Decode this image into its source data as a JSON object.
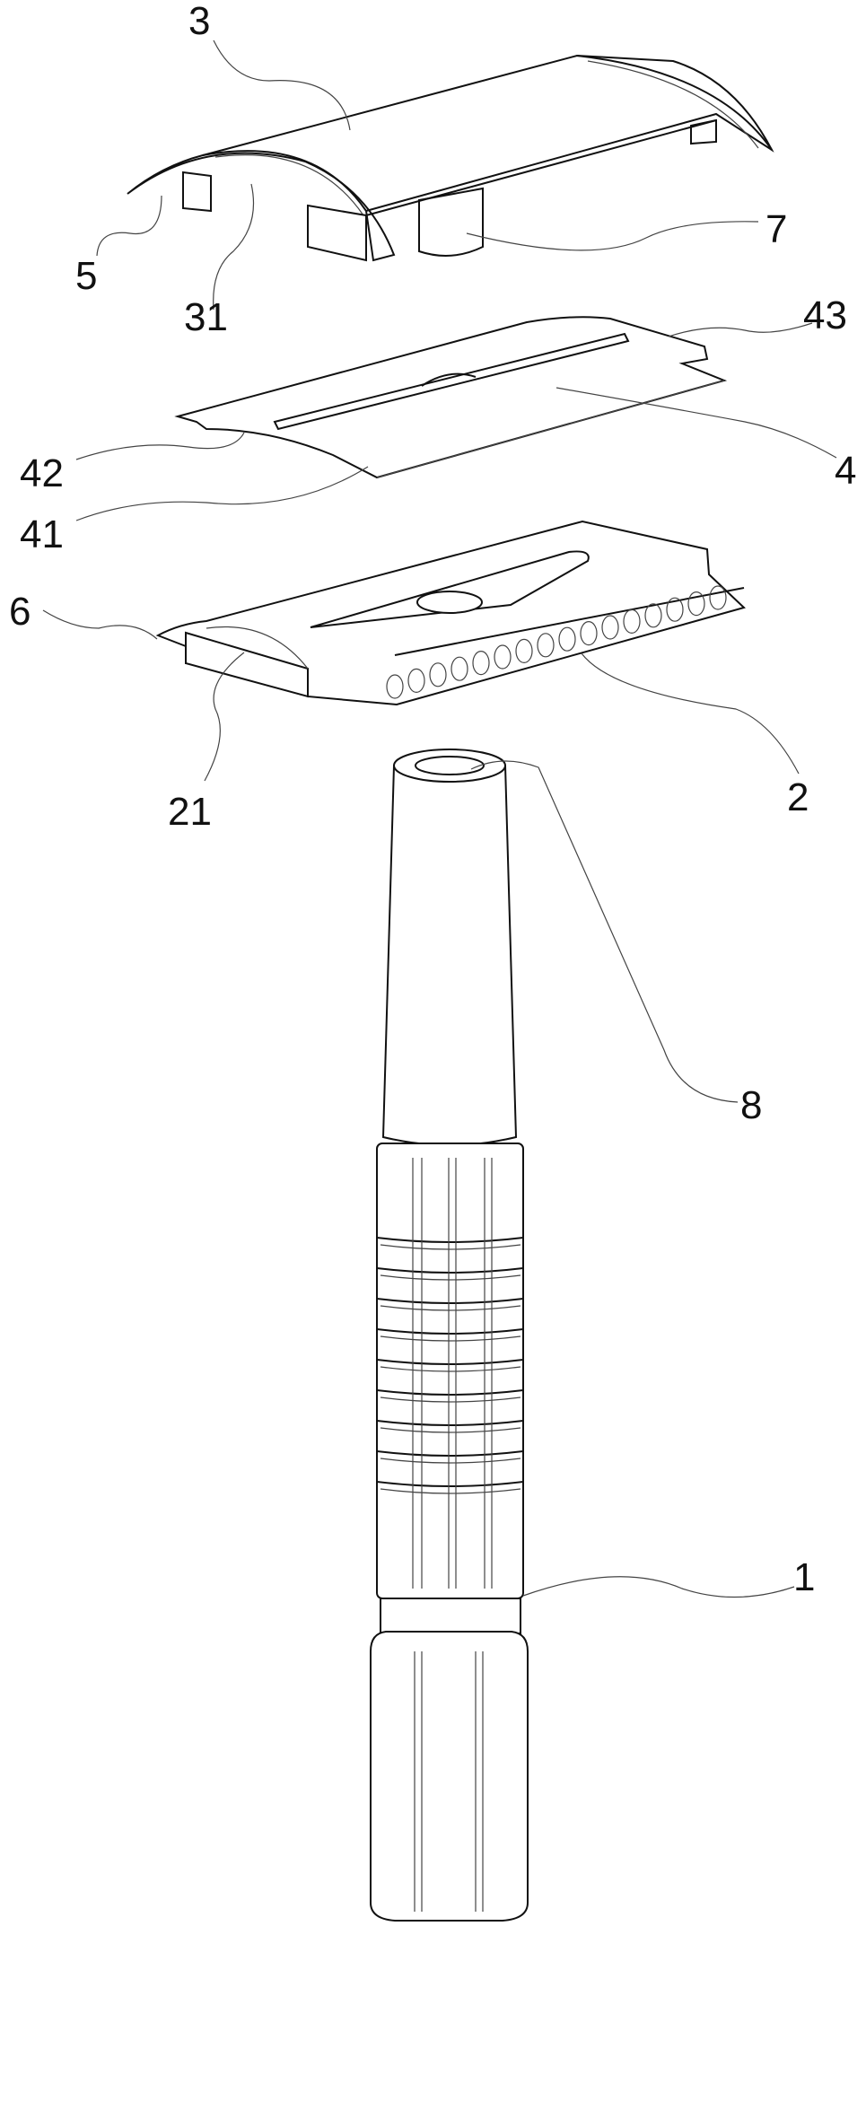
{
  "figure": {
    "labels": {
      "cover": "3",
      "clip": "5",
      "cover_arc": "31",
      "stud": "7",
      "blade_tab": "43",
      "blade_notch": "42",
      "blade": "4",
      "blade_edge": "41",
      "base_tab": "6",
      "base_arc": "21",
      "base_plate": "2",
      "threaded_hole": "8",
      "handle": "1"
    }
  }
}
